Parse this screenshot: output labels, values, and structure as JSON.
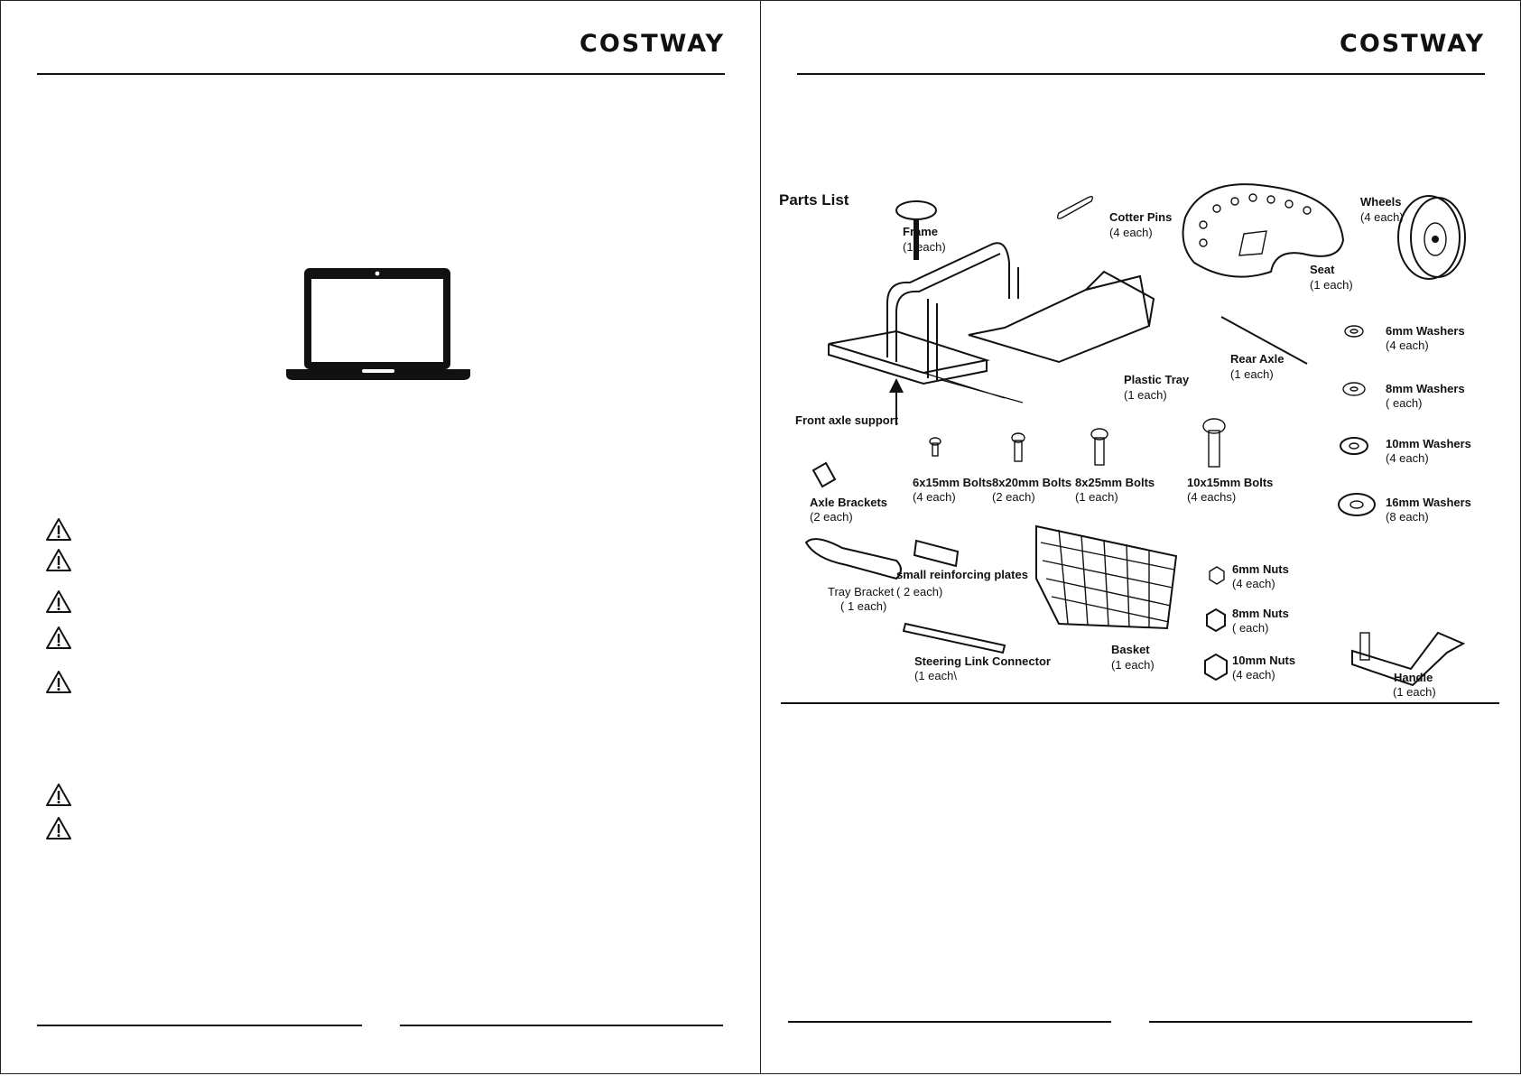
{
  "brand": "COSTWAY",
  "parts_list": {
    "title": "Parts List",
    "items": [
      {
        "name": "Frame",
        "qty": "(1 each)"
      },
      {
        "name": "Cotter Pins",
        "qty": "(4 each)"
      },
      {
        "name": "Seat",
        "qty": "(1 each)"
      },
      {
        "name": "Wheels",
        "qty": "(4 each)"
      },
      {
        "name": "Plastic Tray",
        "qty": "(1 each)"
      },
      {
        "name": "Rear Axle",
        "qty": "(1 each)"
      },
      {
        "name": "Front axle support",
        "qty": ""
      },
      {
        "name": "6mm Washers",
        "qty": "(4 each)"
      },
      {
        "name": "8mm Washers",
        "qty": "(   each)"
      },
      {
        "name": "10mm Washers",
        "qty": "(4 each)"
      },
      {
        "name": "16mm Washers",
        "qty": "(8 each)"
      },
      {
        "name": "6x15mm Bolts",
        "qty": "(4 each)"
      },
      {
        "name": "8x20mm Bolts",
        "qty": "(2 each)"
      },
      {
        "name": "8x25mm Bolts",
        "qty": "(1 each)"
      },
      {
        "name": "10x15mm Bolts",
        "qty": "(4 eachs)"
      },
      {
        "name": "Axle Brackets",
        "qty": "(2 each)"
      },
      {
        "name": "Tray Bracket",
        "qty": "( 1 each)"
      },
      {
        "name": "small reinforcing plates",
        "qty": "( 2 each)"
      },
      {
        "name": "Basket",
        "qty": "(1 each)"
      },
      {
        "name": "Steering Link Connector",
        "qty": "(1 each\\"
      },
      {
        "name": "6mm Nuts",
        "qty": "(4 each)"
      },
      {
        "name": "8mm Nuts",
        "qty": "(  each)"
      },
      {
        "name": "10mm Nuts",
        "qty": "(4 each)"
      },
      {
        "name": "Handle",
        "qty": "(1 each)"
      }
    ]
  },
  "icons": {
    "laptop": "laptop-icon",
    "warning": "warning-triangle-icon",
    "warning_count": 7
  }
}
